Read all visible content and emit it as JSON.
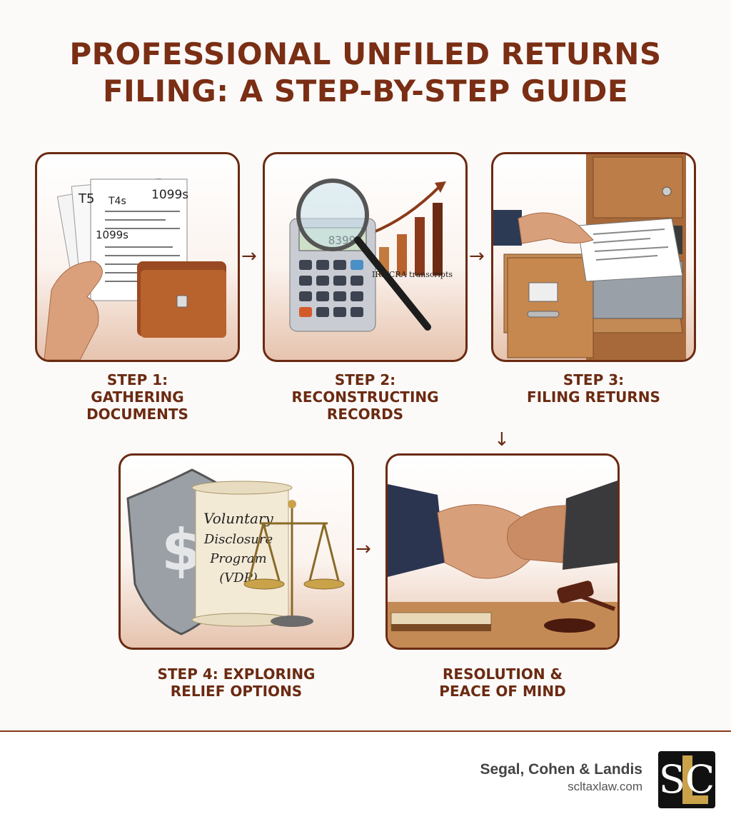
{
  "title": {
    "line1": "PROFESSIONAL UNFILED RETURNS",
    "line2": "FILING: A STEP-BY-STEP GUIDE"
  },
  "steps": [
    {
      "label_line1": "STEP 1:",
      "label_line2": "GATHERING",
      "label_line3": "DOCUMENTS",
      "doc_labels": [
        "T5",
        "T4s",
        "1099s",
        "1099s"
      ]
    },
    {
      "label_line1": "STEP 2:",
      "label_line2": "RECONSTRUCTING",
      "label_line3": "RECORDS",
      "calculator_display": "8399",
      "transcript_label": "IRS/CRA transcripts"
    },
    {
      "label_line1": "STEP 3:",
      "label_line2": "FILING RETURNS"
    },
    {
      "label_line1": "STEP 4: EXPLORING",
      "label_line2": "RELIEF OPTIONS",
      "scroll_lines": [
        "Voluntary",
        "Disclosure",
        "Program",
        "(VDP)"
      ]
    },
    {
      "label_line1": "RESOLUTION &",
      "label_line2": "PEACE OF MIND"
    }
  ],
  "footer": {
    "firm_name": "Segal, Cohen & Landis",
    "url": "scltaxlaw.com",
    "logo_letters": "SLC"
  },
  "icons": {
    "arrow_right": "→",
    "arrow_down": "↓"
  },
  "colors": {
    "brand_brown": "#6b2a12",
    "title_brown": "#7a2e14",
    "logo_gold": "#c9a24a"
  }
}
